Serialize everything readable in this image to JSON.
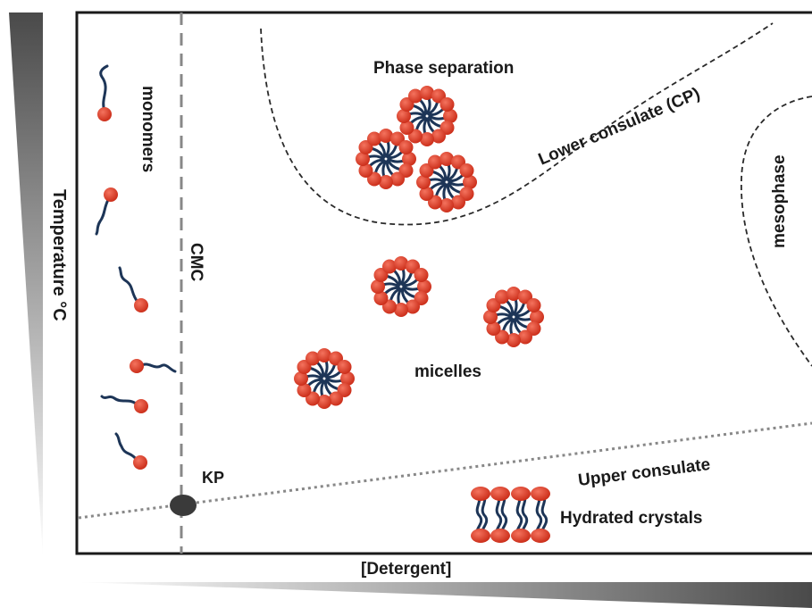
{
  "labels": {
    "phase_separation": "Phase separation",
    "lower_consulate": "Lower consulate (CP)",
    "mesophase": "mesophase",
    "monomers": "monomers",
    "cmc": "CMC",
    "temperature_axis": "Temperature °C",
    "micelles": "micelles",
    "kp": "KP",
    "upper_consulate": "Upper consulate",
    "hydrated_crystals": "Hydrated crystals",
    "detergent_axis": "[Detergent]"
  },
  "colors": {
    "head": "#d9321f",
    "head_highlight": "#f4735e",
    "tail": "#1d3557",
    "frame": "#1a1a1a",
    "dashed_line": "#888888",
    "kp_point": "#3a3a3a"
  },
  "icons": {
    "micelle": "micelle-icon",
    "monomer": "monomer-icon",
    "bilayer": "hydrated-crystal-icon"
  }
}
